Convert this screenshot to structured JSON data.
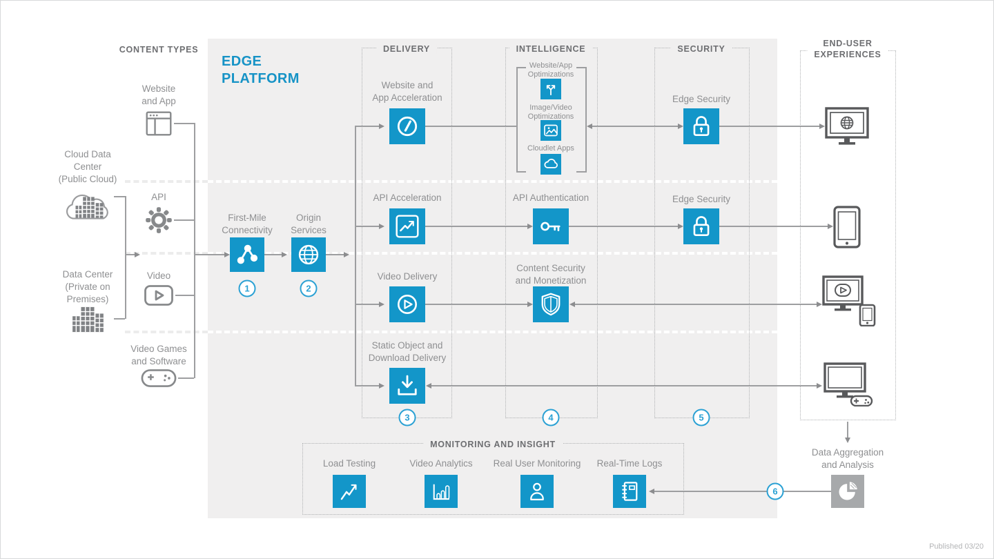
{
  "platform": {
    "title": "EDGE PLATFORM"
  },
  "footer": {
    "published": "Published 03/20"
  },
  "colors": {
    "accent_blue": "#1396c9",
    "panel_gray": "#f0efef",
    "number_blue": "#2ba1d4"
  },
  "sources": {
    "items": [
      {
        "label": "Cloud Data\nCenter\n(Public Cloud)",
        "icon": "cloud-data-center"
      },
      {
        "label": "Data Center\n(Private on\nPremises)",
        "icon": "data-center"
      }
    ]
  },
  "content_types": {
    "header": "CONTENT TYPES",
    "items": [
      {
        "label": "Website\nand App",
        "icon": "browser"
      },
      {
        "label": "API",
        "icon": "gear"
      },
      {
        "label": "Video",
        "icon": "video-player"
      },
      {
        "label": "Video Games\nand Software",
        "icon": "game-controller"
      }
    ]
  },
  "ingress": {
    "items": [
      {
        "label": "First-Mile\nConnectivity",
        "number": "1",
        "icon": "network-nodes"
      },
      {
        "label": "Origin\nServices",
        "number": "2",
        "icon": "globe"
      }
    ]
  },
  "delivery": {
    "header": "DELIVERY",
    "number": "3",
    "items": [
      {
        "label": "Website and\nApp Acceleration",
        "icon": "speedometer"
      },
      {
        "label": "API Acceleration",
        "icon": "chart-arrow"
      },
      {
        "label": "Video Delivery",
        "icon": "play-circle"
      },
      {
        "label": "Static Object and\nDownload Delivery",
        "icon": "download-tray"
      }
    ]
  },
  "intelligence": {
    "header": "INTELLIGENCE",
    "number": "4",
    "optimizations": [
      {
        "label": "Website/App\nOptimizations",
        "icon": "branch-arrows"
      },
      {
        "label": "Image/Video\nOptimizations",
        "icon": "image"
      },
      {
        "label": "Cloudlet Apps",
        "icon": "cloud"
      }
    ],
    "items": [
      {
        "label": "API Authentication",
        "icon": "key"
      },
      {
        "label": "Content Security\nand Monetization",
        "icon": "shield"
      }
    ]
  },
  "security": {
    "header": "SECURITY",
    "number": "5",
    "items": [
      {
        "label": "Edge Security",
        "icon": "padlock"
      },
      {
        "label": "Edge Security",
        "icon": "padlock"
      }
    ]
  },
  "monitoring": {
    "header": "MONITORING AND INSIGHT",
    "number": "6",
    "items": [
      {
        "label": "Load Testing",
        "icon": "trend-arrow"
      },
      {
        "label": "Video Analytics",
        "icon": "bar-chart"
      },
      {
        "label": "Real User Monitoring",
        "icon": "person"
      },
      {
        "label": "Real-Time Logs",
        "icon": "journal"
      }
    ]
  },
  "end_user": {
    "header": "END-USER\nEXPERIENCES",
    "devices": [
      {
        "icon": "desktop-browser"
      },
      {
        "icon": "tablet"
      },
      {
        "icon": "tv-and-mobile"
      },
      {
        "icon": "desktop-gaming"
      }
    ],
    "aggregation": {
      "label": "Data Aggregation\nand Analysis",
      "icon": "pie-chart"
    }
  }
}
